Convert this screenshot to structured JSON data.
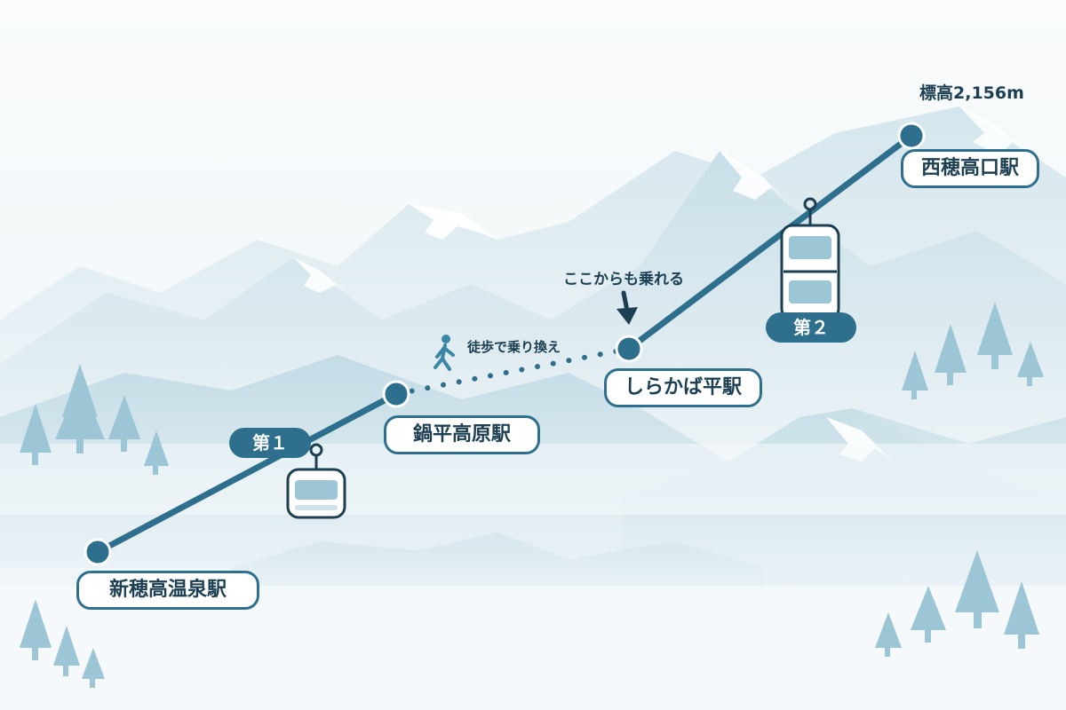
{
  "elevation": {
    "label": "標高2,156m"
  },
  "stations": {
    "shinhotaka": "新穂高温泉駅",
    "nabedaira": "鍋平高原駅",
    "shirakabadaira": "しらかば平駅",
    "nishihotaka": "西穂高口駅"
  },
  "routes": {
    "first": "第１",
    "second": "第２"
  },
  "notes": {
    "walk_transfer": "徒歩で乗り換え",
    "board_here": "ここからも乗れる"
  },
  "icons": {
    "gondola_small": "gondola-icon",
    "gondola_double": "double-decker-gondola-icon",
    "walker": "walking-person-icon",
    "arrow": "arrow-down-icon"
  },
  "colors": {
    "line": "#2e6f8e",
    "node": "#2e6f8e",
    "label_text": "#1c3f52",
    "mountain": "#cfe3ec",
    "snow": "#ffffff",
    "tree": "#9cc6d5"
  }
}
